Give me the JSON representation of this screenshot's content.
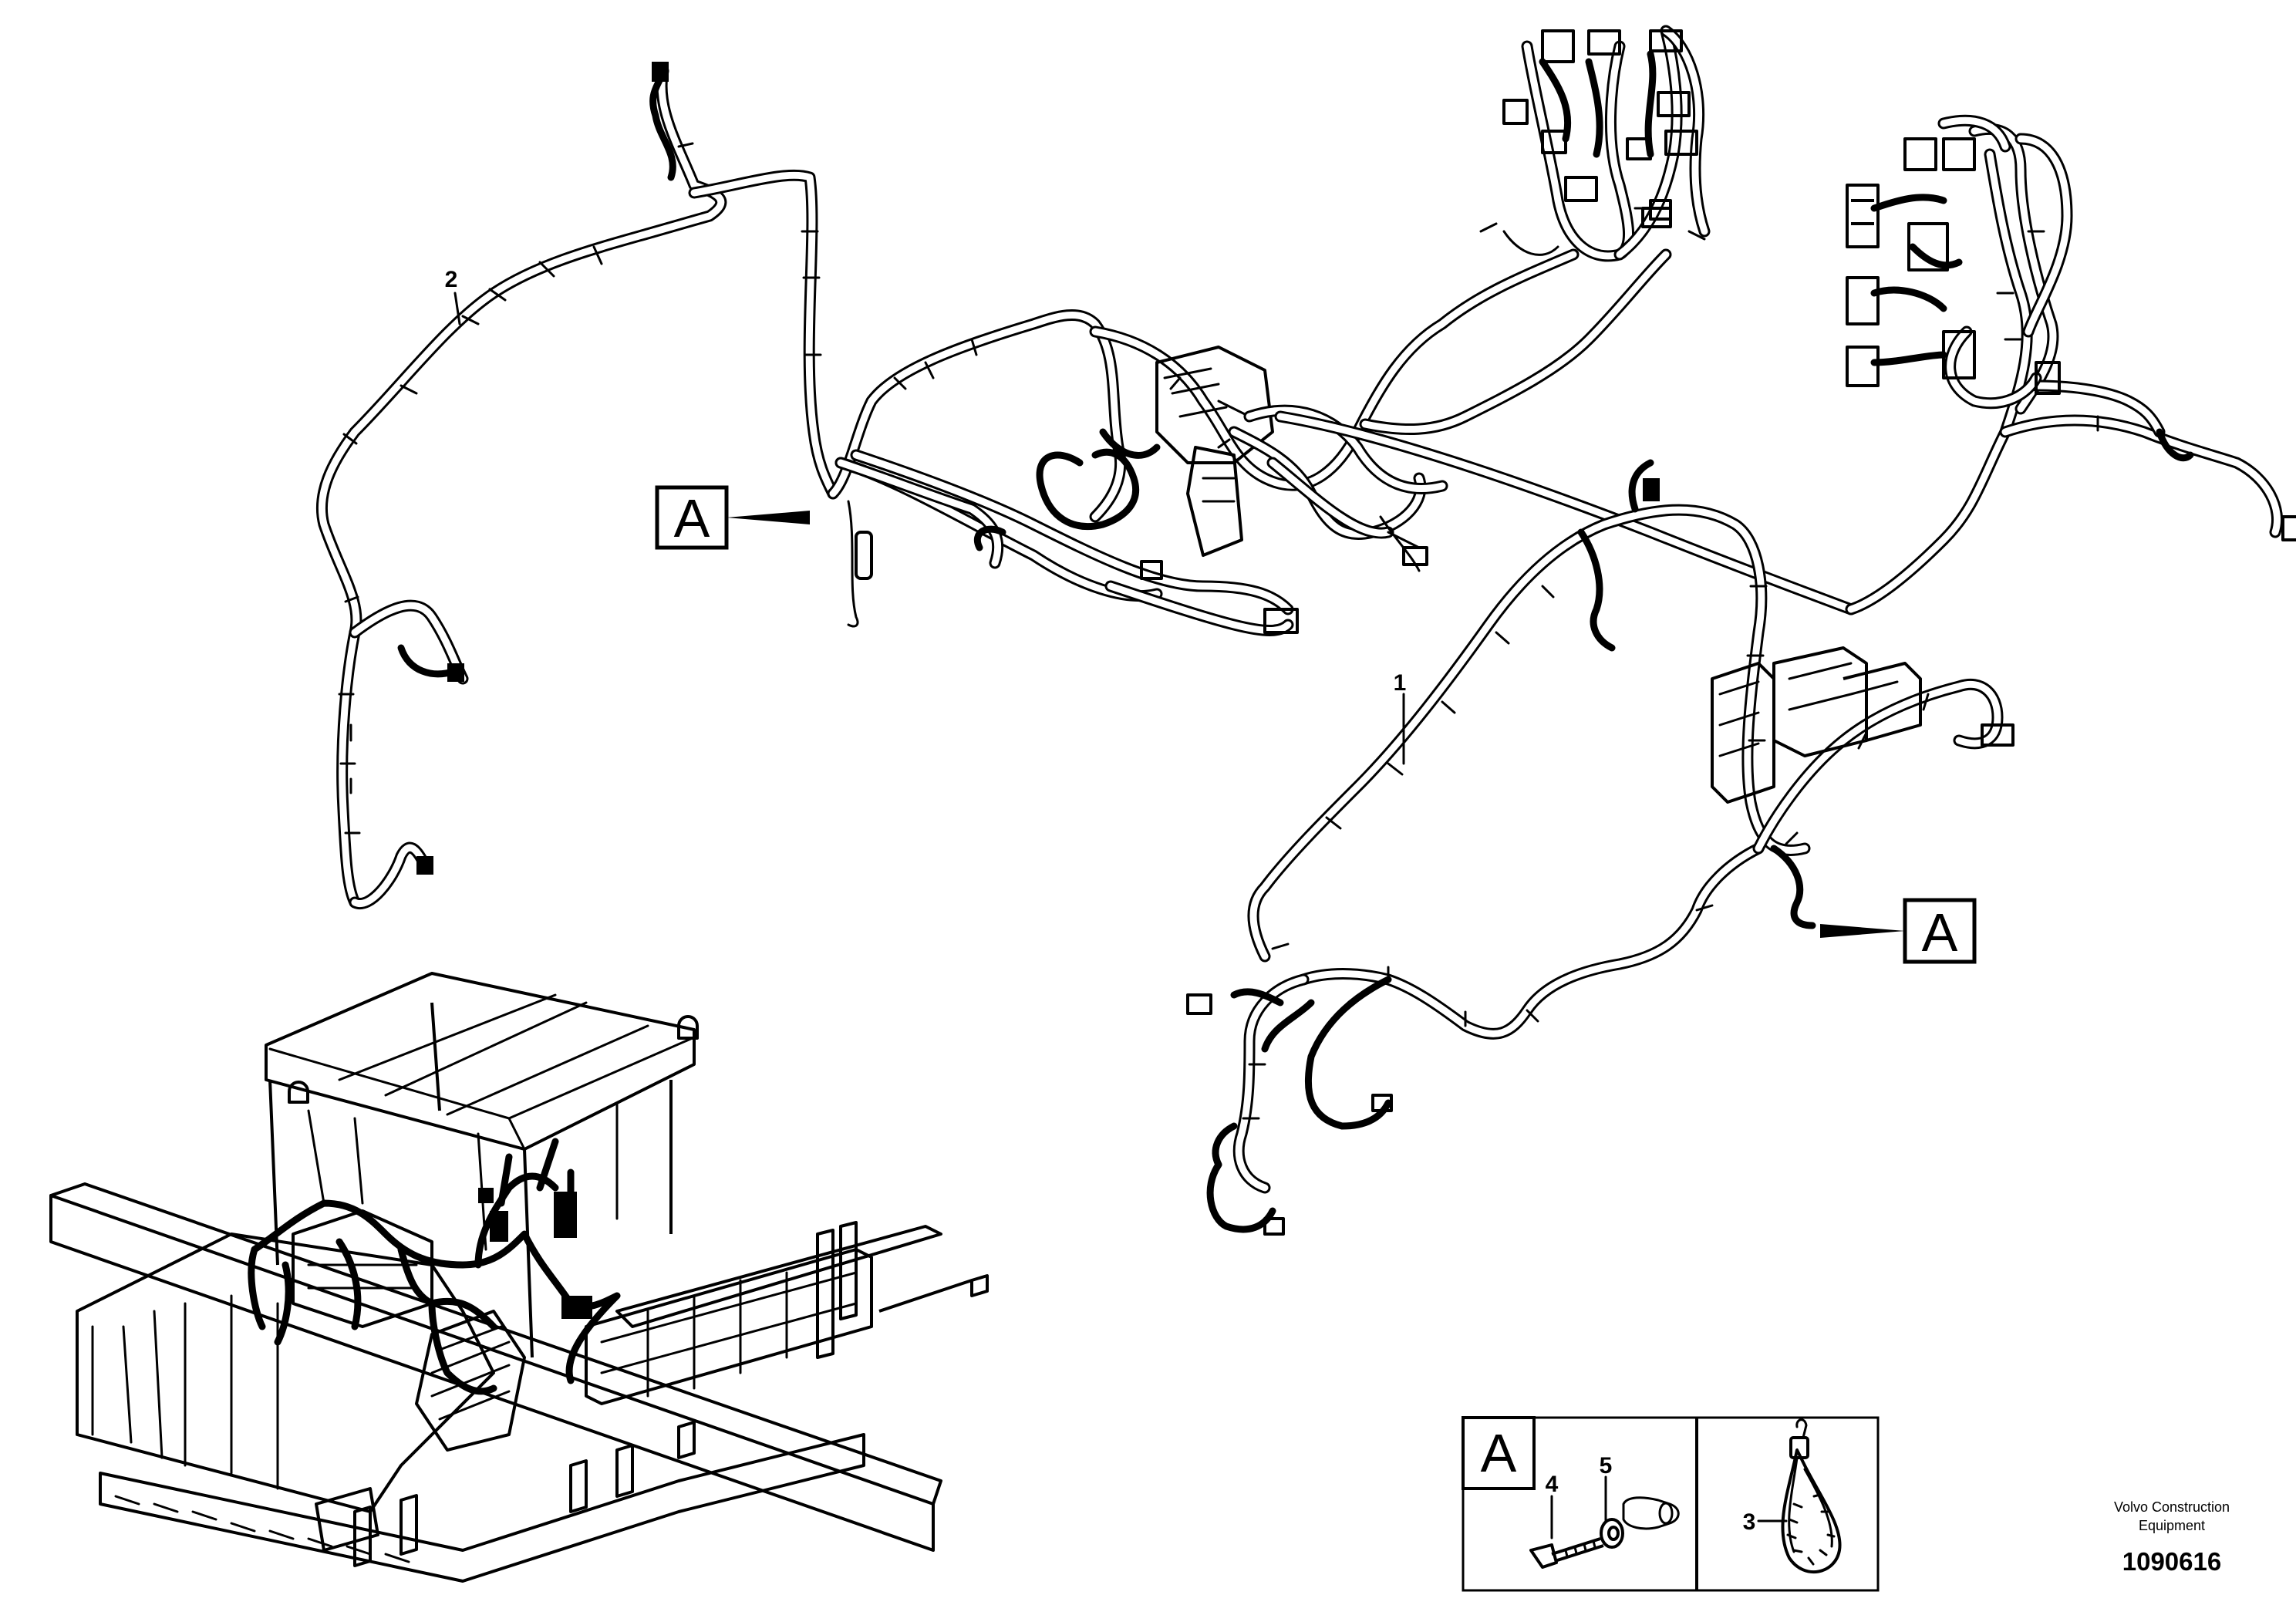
{
  "callouts": {
    "item_1": "1",
    "item_2": "2",
    "item_3": "3",
    "item_4": "4",
    "item_5": "5"
  },
  "view_markers": {
    "left": "A",
    "right": "A",
    "detail": "A"
  },
  "footer": {
    "maker_line1": "Volvo Construction",
    "maker_line2": "Equipment",
    "drawing_number": "1090616"
  }
}
